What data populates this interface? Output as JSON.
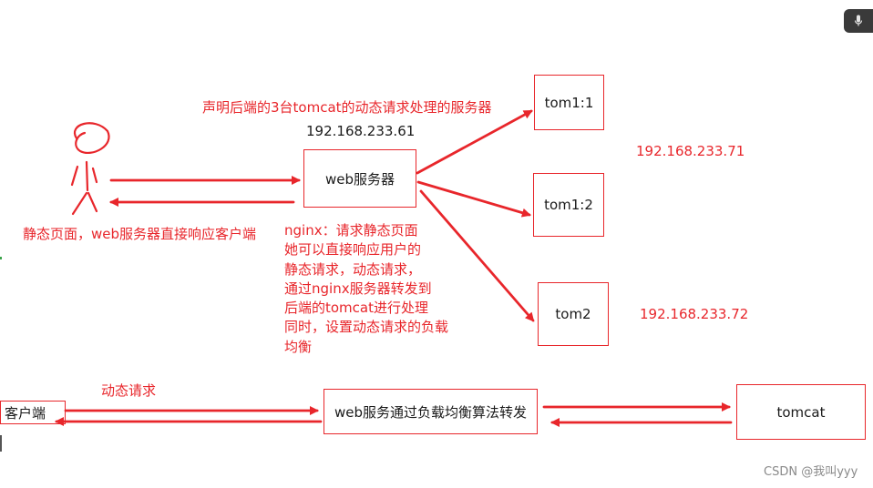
{
  "header_note": "声明后端的3台tomcat的动态请求处理的服务器",
  "web_server": {
    "ip": "192.168.233.61",
    "label": "web服务器"
  },
  "client_note": "静态页面，web服务器直接响应客户端",
  "nginx_note": [
    "nginx：请求静态页面",
    "她可以直接响应用户的",
    "静态请求，动态请求，",
    "通过nginx服务器转发到",
    "后端的tomcat进行处理",
    "同时，设置动态请求的负载",
    "均衡"
  ],
  "backends": [
    {
      "label": "tom1:1"
    },
    {
      "label": "tom1:2"
    },
    {
      "label": "tom2"
    }
  ],
  "backend_ips": [
    "192.168.233.71",
    "192.168.233.72"
  ],
  "bottom_flow": {
    "request_label": "动态请求",
    "client": "客户端",
    "load_balancer": "web服务通过负载均衡算法转发",
    "tomcat": "tomcat"
  },
  "watermark": "CSDN @我叫yyy",
  "colors": {
    "annotation": "#e8262b",
    "box_text": "#1a1a1a",
    "watermark": "#8a8a8a",
    "mic_button": "#3a3a3a"
  },
  "icons": {
    "user": "stick-figure-icon",
    "recorder": "microphone-icon"
  }
}
